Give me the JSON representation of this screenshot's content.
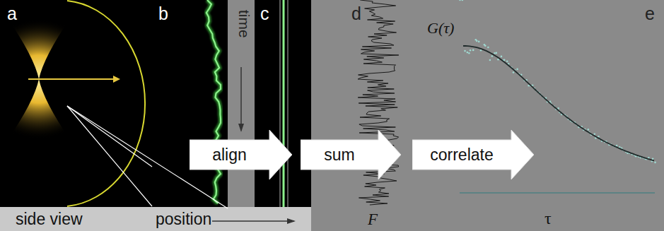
{
  "diagram": {
    "nodes": [
      {
        "text": [
          "align"
        ]
      },
      {
        "text": [
          "sum"
        ]
      },
      {
        "text": [
          "correlate"
        ]
      }
    ],
    "labels": [
      "a",
      "side view",
      "b",
      "position",
      "time",
      "c",
      "d",
      "F",
      "G(τ)",
      "τ",
      "e"
    ]
  }
}
